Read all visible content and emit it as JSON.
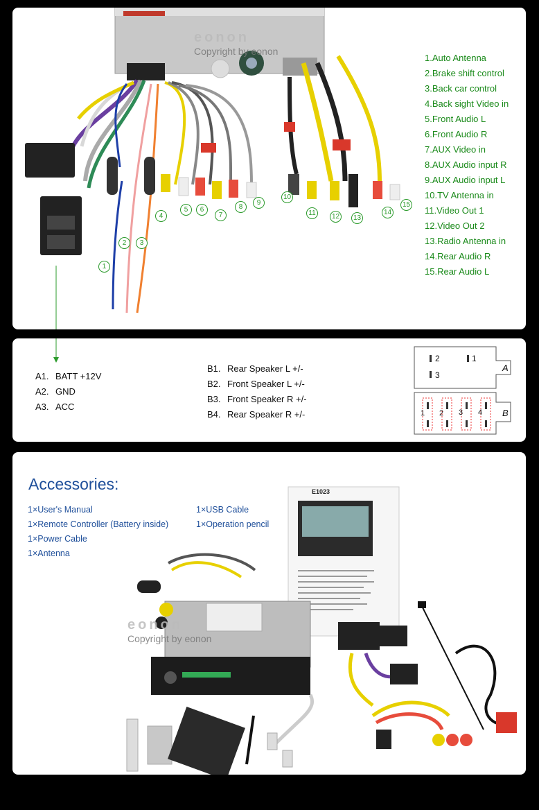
{
  "wiring": {
    "watermark_brand": "eonon",
    "watermark_text": "Copyright by eonon",
    "legend": [
      "1.Auto Antenna",
      "2.Brake shift control",
      "3.Back car control",
      "4.Back sight Video in",
      "5.Front Audio L",
      "6.Front Audio R",
      "7.AUX Video in",
      "8.AUX Audio input R",
      "9.AUX Audio input L",
      "10.TV Antenna in",
      "11.Video Out 1",
      "12.Video Out 2",
      "13.Radio Antenna in",
      "14.Rear Audio R",
      "15.Rear Audio L"
    ],
    "callouts": [
      "1",
      "2",
      "3",
      "4",
      "5",
      "6",
      "7",
      "8",
      "9",
      "10",
      "11",
      "12",
      "13",
      "14",
      "15"
    ]
  },
  "pins": {
    "group_a": [
      {
        "code": "A1.",
        "label": "BATT +12V"
      },
      {
        "code": "A2.",
        "label": "GND"
      },
      {
        "code": "A3.",
        "label": "ACC"
      }
    ],
    "group_b": [
      {
        "code": "B1.",
        "label": "Rear Speaker L  +/-"
      },
      {
        "code": "B2.",
        "label": "Front Speaker L +/-"
      },
      {
        "code": "B3.",
        "label": "Front Speaker R  +/-"
      },
      {
        "code": "B4.",
        "label": "Rear Speaker R  +/-"
      }
    ],
    "connector": {
      "row_a_label": "A",
      "row_b_label": "B",
      "a_pins": [
        "2",
        "1",
        "3"
      ],
      "b_pins": [
        "1",
        "2",
        "3",
        "4"
      ]
    }
  },
  "accessories": {
    "title": "Accessories:",
    "col1": [
      "1×User's Manual",
      "1×Remote Controller (Battery inside)",
      "1×Power Cable",
      "1×Antenna"
    ],
    "col2": [
      "1×USB Cable",
      "1×Operation pencil"
    ],
    "manual_model": "E1023",
    "watermark_brand": "eonon",
    "watermark_text": "Copyright by eonon"
  },
  "colors": {
    "panel_bg": "#ffffff",
    "page_bg": "#000000",
    "legend_green": "#1a8a1a",
    "accent_blue": "#1f4f9a"
  }
}
